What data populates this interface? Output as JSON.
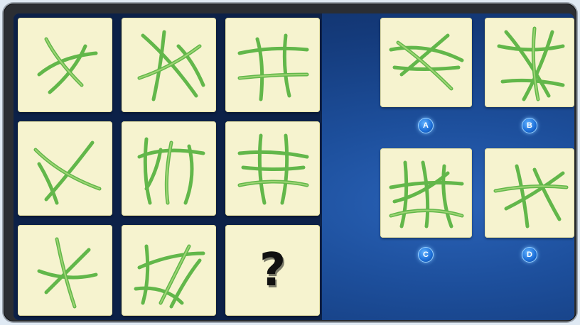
{
  "puzzle": {
    "question_mark": "?",
    "options": [
      {
        "label": "A"
      },
      {
        "label": "B"
      },
      {
        "label": "C"
      },
      {
        "label": "D"
      }
    ]
  },
  "colors": {
    "tile_fill": "#f6f3cf",
    "strand": "#62b74a",
    "background_blue": "#1d4f9c",
    "badge_blue": "#1d6fd8"
  }
}
